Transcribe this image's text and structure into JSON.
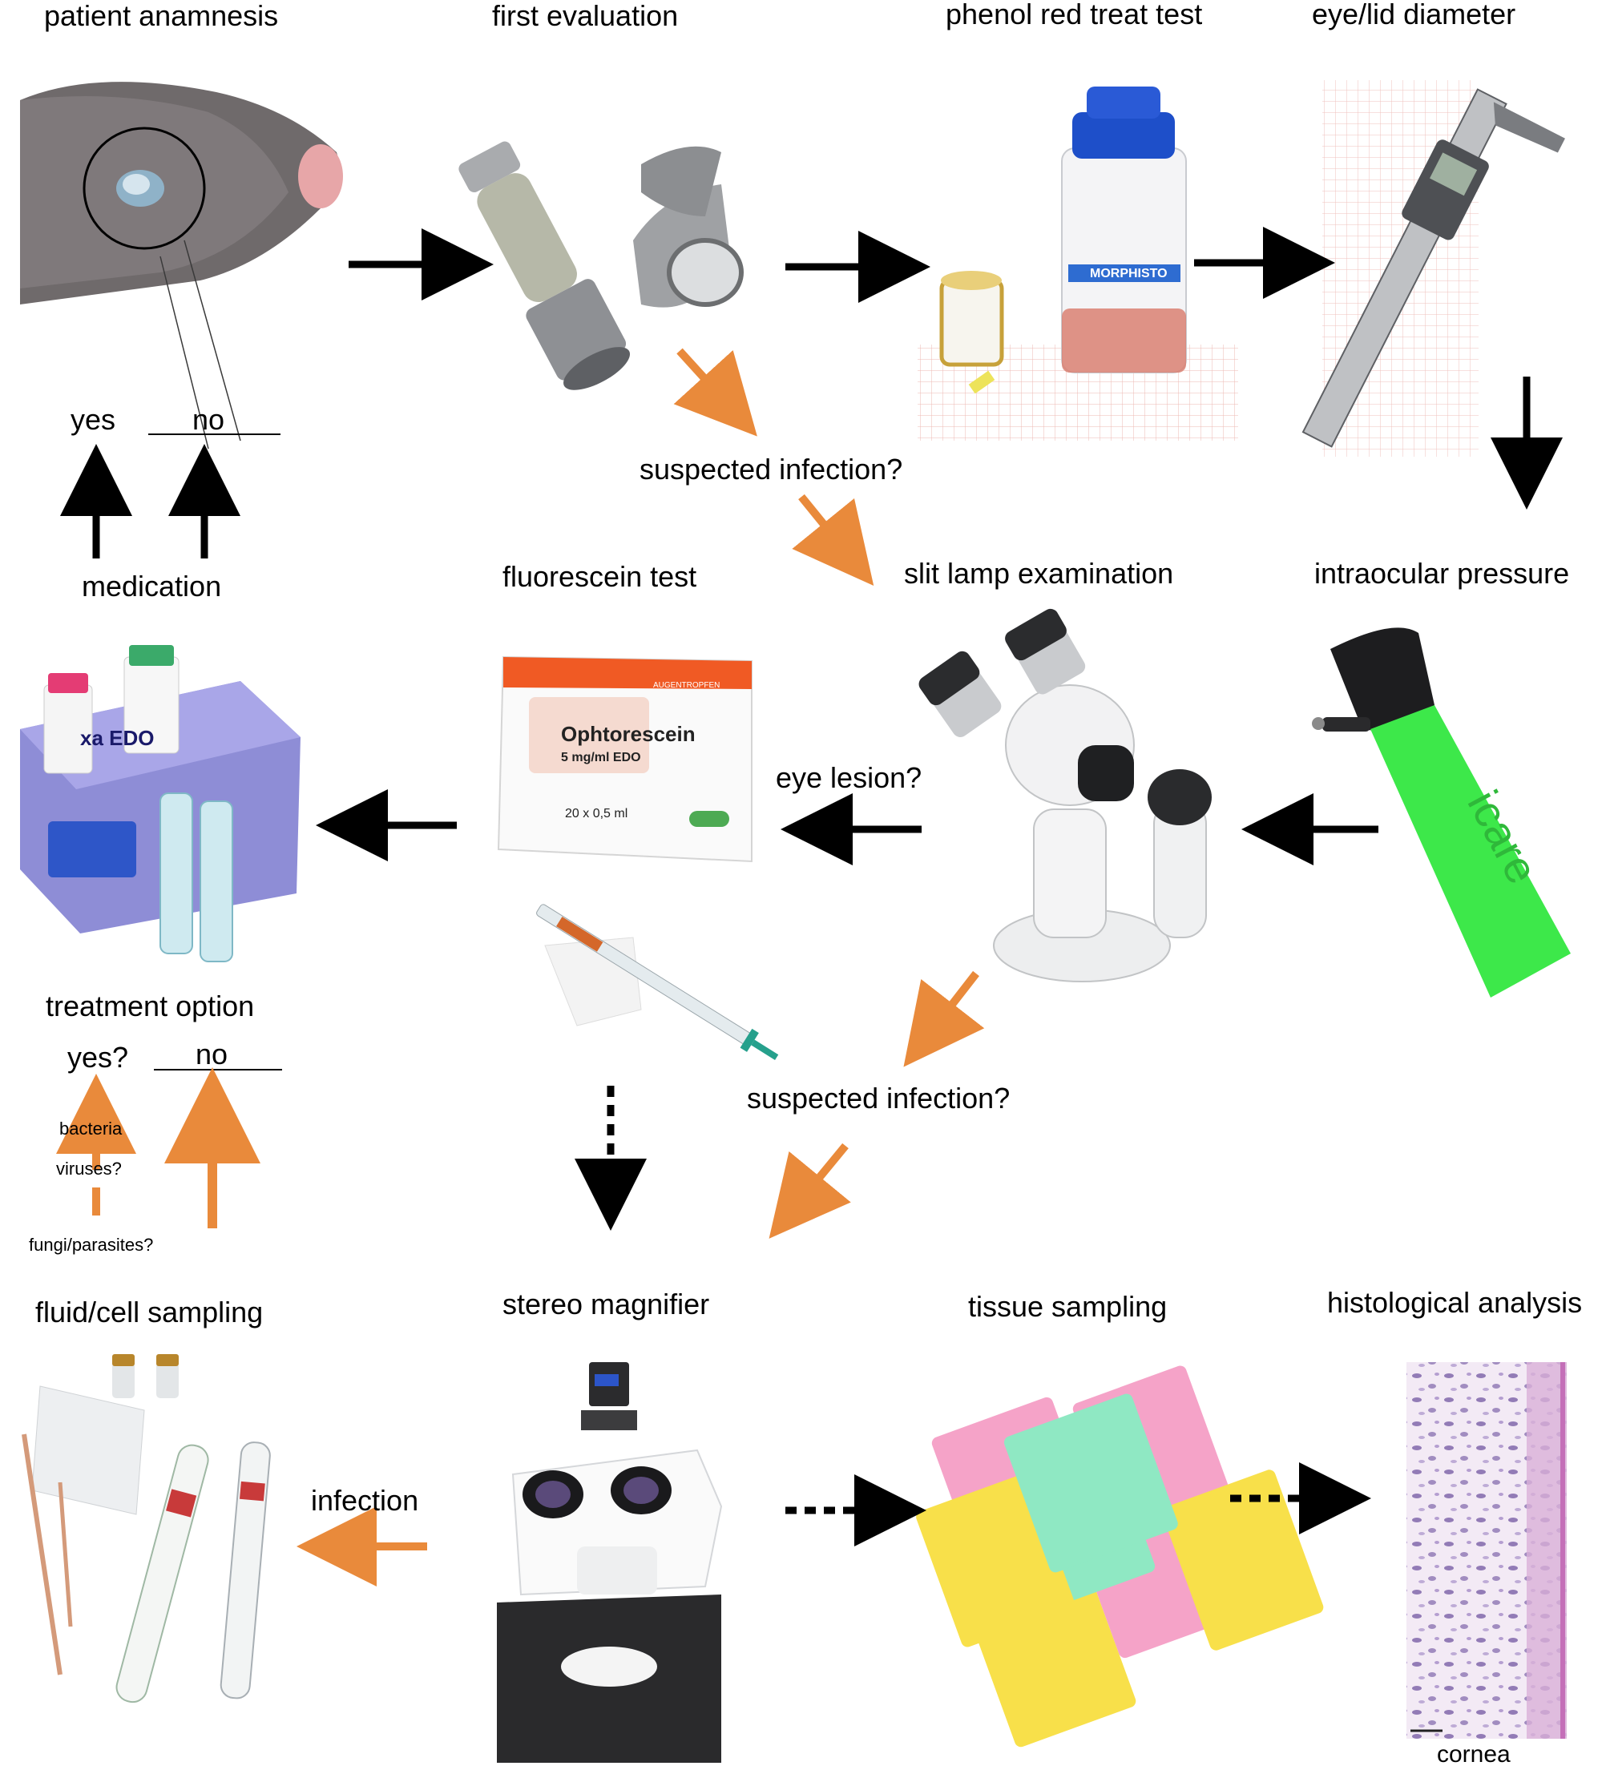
{
  "labels": {
    "patient_anamnesis": "patient anamnesis",
    "first_evaluation": "first evaluation",
    "phenol_red": "phenol red treat test",
    "eye_lid": "eye/lid diameter",
    "yes1": "yes",
    "no1": "no",
    "suspected1": "suspected infection?",
    "medication": "medication",
    "fluorescein": "fluorescein test",
    "slit_lamp": "slit lamp examination",
    "iop": "intraocular pressure",
    "eye_lesion": "eye lesion?",
    "treatment": "treatment option",
    "yes2": "yes?",
    "no2": "no",
    "bacteria": "bacteria",
    "viruses": "viruses?",
    "fungi": "fungi/parasites?",
    "suspected2": "suspected infection?",
    "fluid": "fluid/cell sampling",
    "stereo": "stereo magnifier",
    "tissue": "tissue sampling",
    "histo": "histological analysis",
    "infection": "infection",
    "cornea": "cornea",
    "morphisto": "MORPHISTO",
    "ophtorescein": "Ophtorescein",
    "ophtorescein_sub": "5 mg/ml EDO",
    "ophtorescein_qty": "20 x 0,5 ml",
    "edo": "xa EDO",
    "drops": "AUGENTROPFEN",
    "tonometer_brand": "icare"
  },
  "colors": {
    "black_arrow": "#000000",
    "orange_arrow": "#E98A3B",
    "tonometer_green": "#3DE84A",
    "cap_blue": "#1E4FC9",
    "cassette_pink": "#F5A3C8",
    "cassette_yellow": "#F8E04A",
    "cassette_mint": "#8FE8C3",
    "histo_purple": "#7A5CA8"
  },
  "icons": [
    "mouse-photo",
    "flashlight-photo",
    "magnifier-loupe-photo",
    "phenol-red-bottle-photo",
    "caliper-photo",
    "eye-drops-photo",
    "fluorescein-box-photo",
    "syringe-photo",
    "slit-lamp-photo",
    "tonometer-photo",
    "swab-tubes-photo",
    "stereo-microscope-photo",
    "cassettes-photo",
    "histology-photo"
  ]
}
